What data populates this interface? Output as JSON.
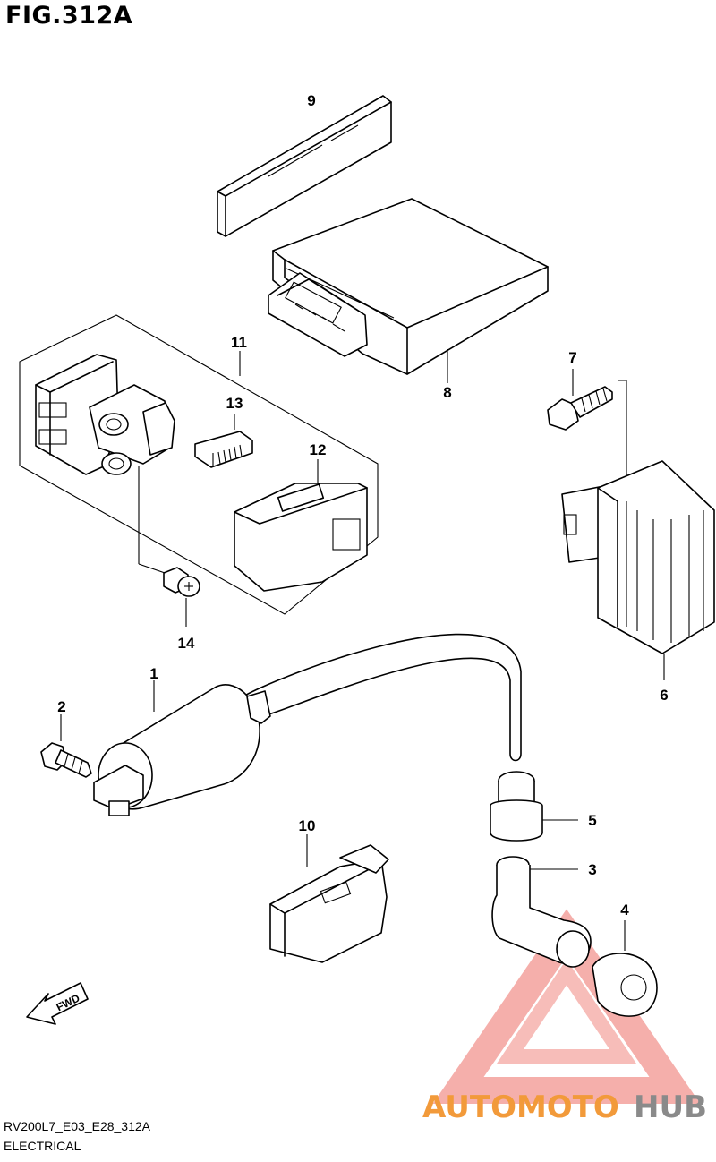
{
  "figure": {
    "title": "FIG.312A",
    "model_code": "RV200L7_E03_E28_312A",
    "section": "ELECTRICAL"
  },
  "callouts": {
    "c1": "1",
    "c2": "2",
    "c3": "3",
    "c4": "4",
    "c5": "5",
    "c6": "6",
    "c7": "7",
    "c8": "8",
    "c9": "9",
    "c10": "10",
    "c11": "11",
    "c12": "12",
    "c13": "13",
    "c14": "14"
  },
  "fwd_label": "FWD",
  "watermark": {
    "part1": "AUTOMOTO",
    "part2": "HUB",
    "color1": "#f29a3a",
    "color2": "#8a8a8a",
    "triangle_color": "#e8443a"
  },
  "colors": {
    "line": "#000000",
    "background": "#ffffff"
  }
}
